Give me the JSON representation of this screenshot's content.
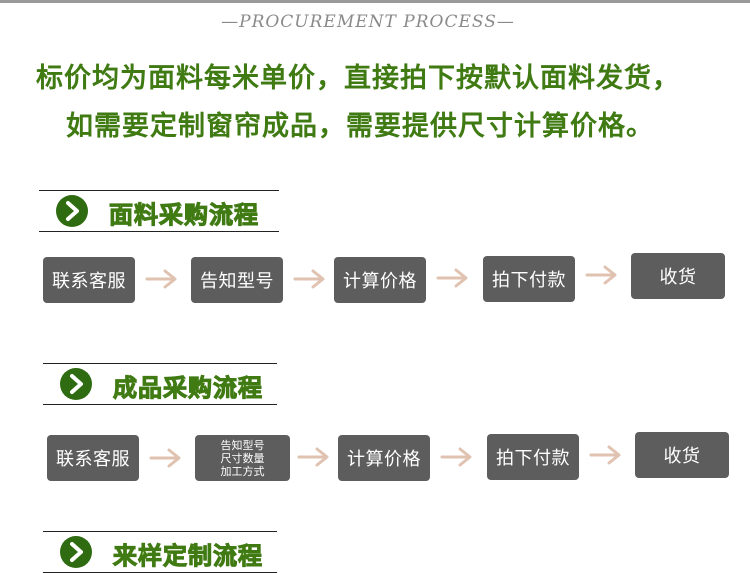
{
  "heading_en": "—PROCUREMENT  PROCESS—",
  "notice": {
    "line1": "标价均为面料每米单价，直接拍下按默认面料发货，",
    "line2": "如需要定制窗帘成品，需要提供尺寸计算价格。"
  },
  "sections": [
    {
      "title": "面料采购流程",
      "steps": [
        "联系客服",
        "告知型号",
        "计算价格",
        "拍下付款",
        "收货"
      ]
    },
    {
      "title": "成品采购流程",
      "steps": [
        "联系客服",
        [
          "告知型号",
          "尺寸数量",
          "加工方式"
        ],
        "计算价格",
        "拍下付款",
        "收货"
      ]
    },
    {
      "title": "来样定制流程"
    }
  ],
  "colors": {
    "accent_green": "#3f7a12",
    "step_box": "#5d5d5d",
    "arrow": "#e0c2b0"
  },
  "icons": {
    "section_marker": "chevron-right-circle-icon",
    "flow_arrow": "arrow-right-icon"
  }
}
